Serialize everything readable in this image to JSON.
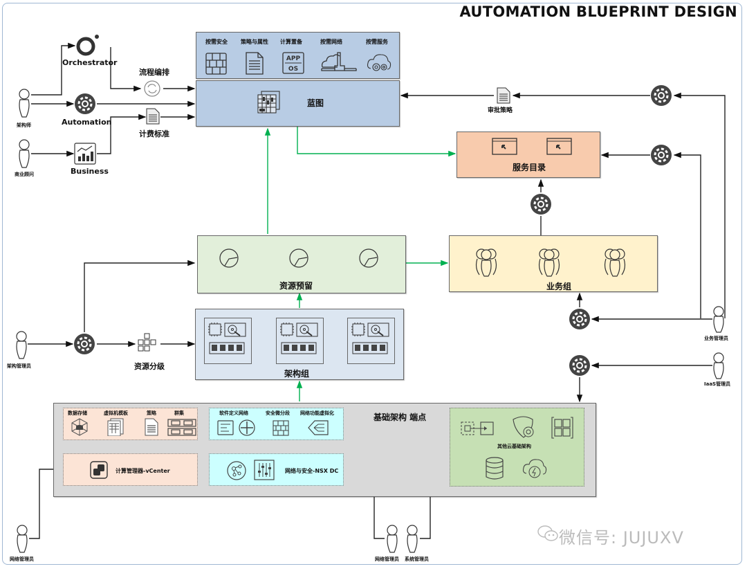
{
  "title": "AUTOMATION BLUEPRINT DESIGN",
  "colors": {
    "blueprint": "#b8cce4",
    "service_catalog": "#f8cbad",
    "reservation": "#e2efda",
    "business_group": "#fff2cc",
    "fabric_group": "#dce6f1",
    "endpoint_bg": "#d9d9d9",
    "compute_panel": "#fce4d6",
    "network_panel": "#ccffff",
    "other_cloud": "#c6e0b4",
    "green_arrow": "#00b050"
  },
  "blueprint": {
    "label": "蓝图",
    "top_items": [
      {
        "label": "按需安全",
        "icon": "firewall-icon"
      },
      {
        "label": "策略与属性",
        "icon": "document-list-icon"
      },
      {
        "label": "计算置备",
        "icon": "app-os-icon",
        "sub_top": "APP",
        "sub_bottom": "OS"
      },
      {
        "label": "按需网络",
        "icon": "cloud-network-icon"
      },
      {
        "label": "按需服务",
        "icon": "cloud-gears-icon"
      }
    ]
  },
  "left_inputs": {
    "orchestrator": "Orchestrator",
    "automation": "Automation",
    "business": "Business",
    "workflow": "流程编排",
    "billing": "计费标准",
    "architect": "架构师",
    "business_consultant": "商业顾问"
  },
  "approval_policy": "审批策略",
  "service_catalog": {
    "label": "服务目录"
  },
  "reservation": {
    "label": "资源预留"
  },
  "business_group": {
    "label": "业务组"
  },
  "fabric_group": {
    "label": "架构组"
  },
  "fabric_admin": "架构管理员",
  "resource_tier": "资源分级",
  "business_admin": "业务管理员",
  "iaas_admin": "IaaS管理员",
  "endpoints": {
    "label": "基础架构 端点",
    "compute_items": [
      "数据存储",
      "虚拟机模板",
      "策略",
      "群集"
    ],
    "compute_manager": "计算管理器-vCenter",
    "network_items": [
      "软件定义网络",
      "安全微分段",
      "网络功能虚拟化"
    ],
    "network_manager": "网络与安全-NSX DC",
    "other_cloud": "其他云基础架构"
  },
  "bottom_actors": {
    "network_admin_left": "网络管理员",
    "network_admin_right": "网络管理员",
    "system_admin": "系统管理员"
  },
  "watermark": "微信号: JUJUXV"
}
